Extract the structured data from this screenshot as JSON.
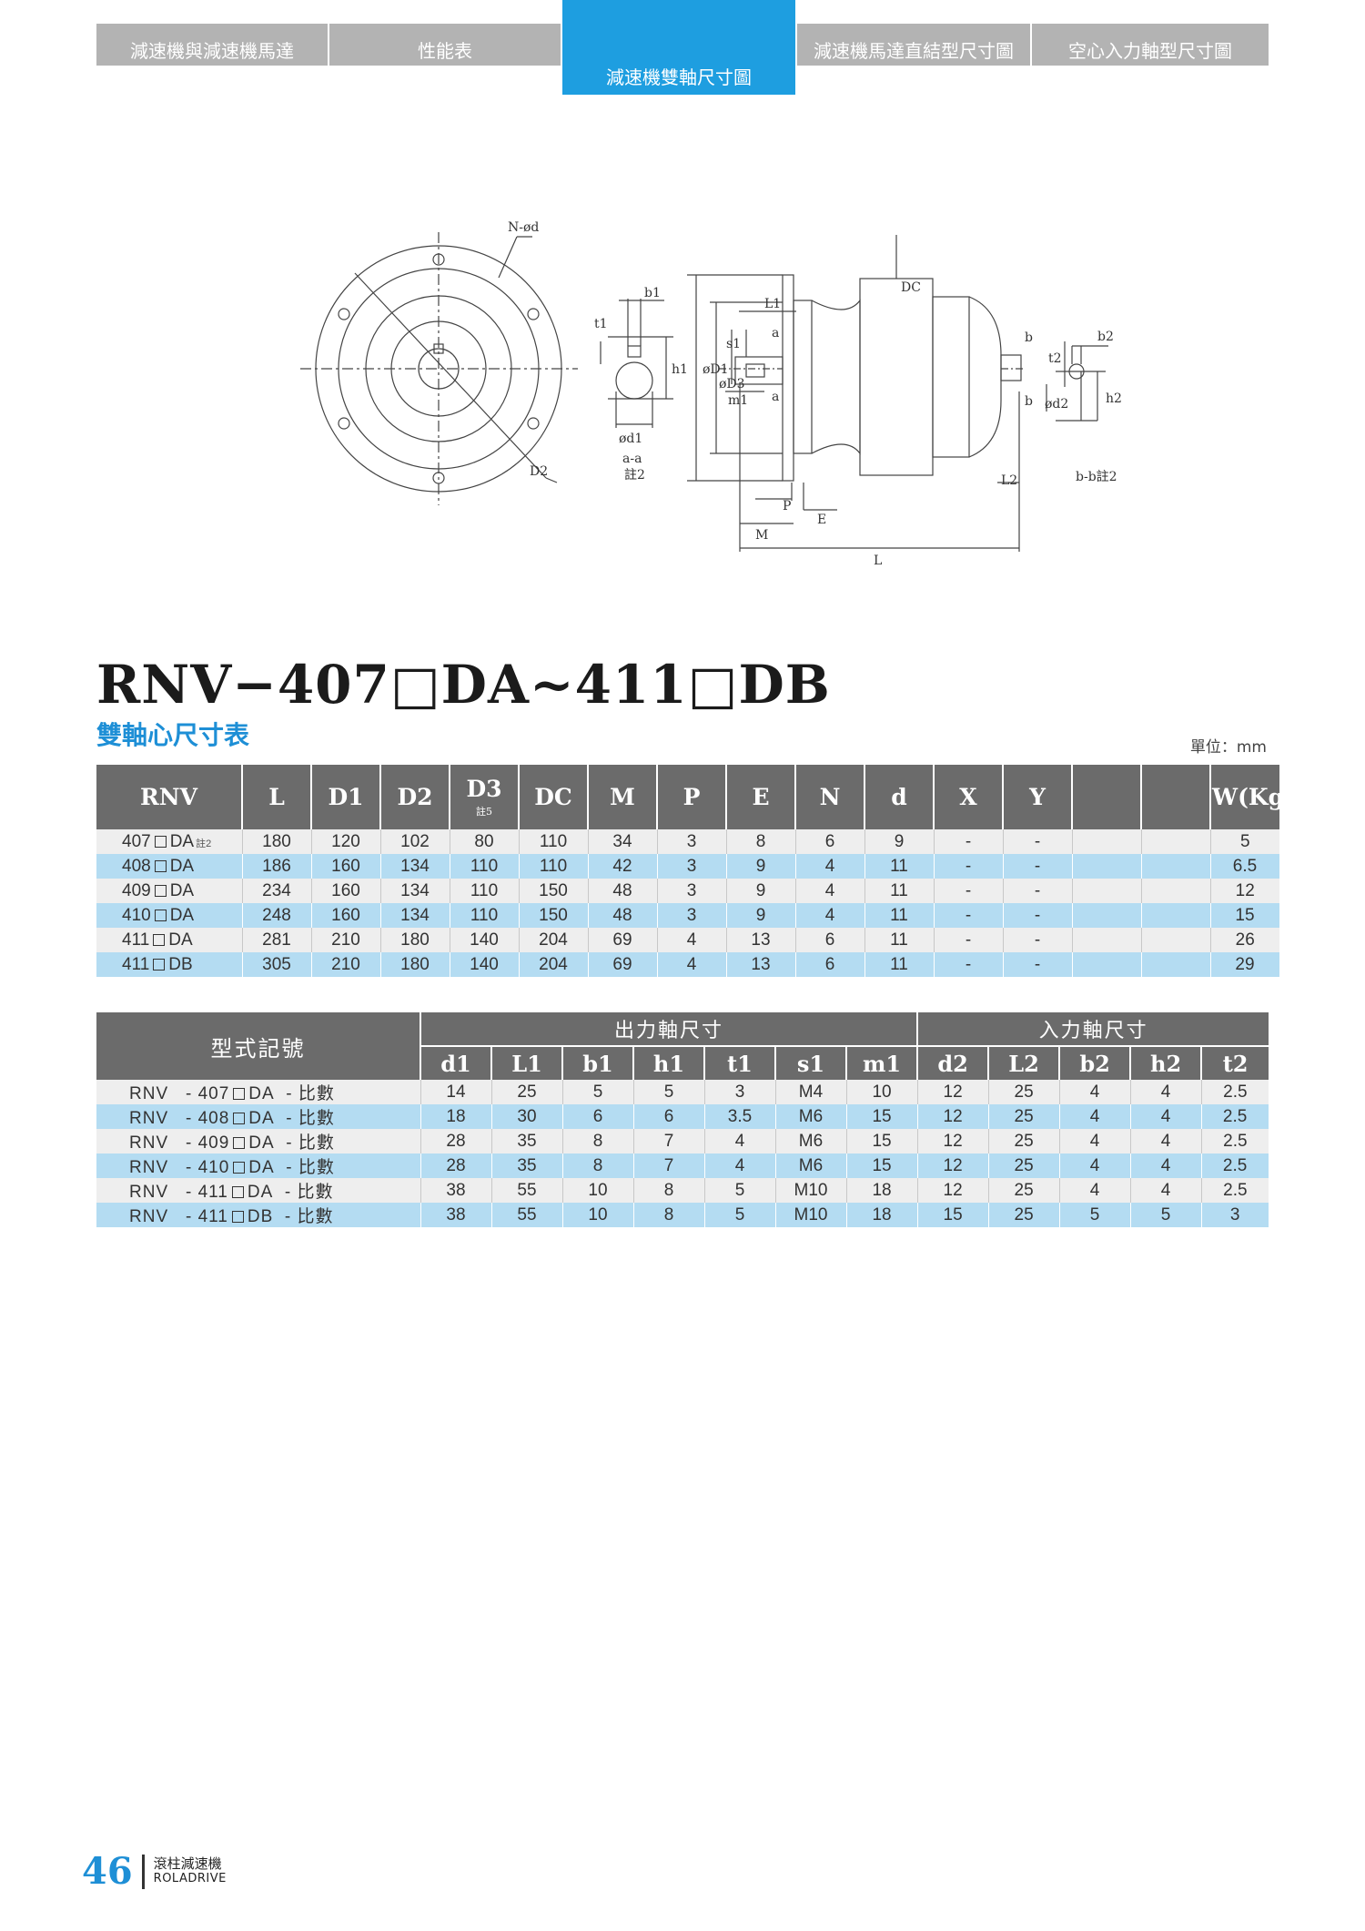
{
  "nav": {
    "tabs": [
      {
        "label": "減速機與減速機馬達",
        "active": false
      },
      {
        "label": "性能表",
        "active": false
      },
      {
        "label": "減速機雙軸尺寸圖",
        "active": true
      },
      {
        "label": "減速機馬達直結型尺寸圖",
        "active": false
      },
      {
        "label": "空心入力軸型尺寸圖",
        "active": false
      }
    ]
  },
  "drawing": {
    "labels": {
      "nd": "N-ød",
      "d2_circle": "D2",
      "b1": "b1",
      "t1": "t1",
      "h1": "h1",
      "d1": "ød1",
      "aa": "a-a",
      "note2_a": "註2",
      "D1": "øD1",
      "D3": "øD3",
      "L1": "L1",
      "s1": "s1",
      "a": "a",
      "m1": "m1",
      "DC": "DC",
      "P": "P",
      "E": "E",
      "M": "M",
      "L": "L",
      "b2": "b2",
      "b": "b",
      "t2": "t2",
      "h2": "h2",
      "d2": "ød2",
      "L2": "L2",
      "bb": "b-b註2"
    }
  },
  "title": "RNV−407□DA~411□DB",
  "subtitle": "雙軸心尺寸表",
  "unit": "單位：mm",
  "table1": {
    "headers": [
      "RNV",
      "L",
      "D1",
      "D2",
      "D3",
      "DC",
      "M",
      "P",
      "E",
      "N",
      "d",
      "X",
      "Y",
      "",
      "",
      "W(Kg)"
    ],
    "d3_note": "註5",
    "rows": [
      {
        "model": "407",
        "type": "DA",
        "note": "註2",
        "cells": [
          "180",
          "120",
          "102",
          "80",
          "110",
          "34",
          "3",
          "8",
          "6",
          "9",
          "-",
          "-",
          "",
          "",
          "5"
        ]
      },
      {
        "model": "408",
        "type": "DA",
        "note": "",
        "cells": [
          "186",
          "160",
          "134",
          "110",
          "110",
          "42",
          "3",
          "9",
          "4",
          "11",
          "-",
          "-",
          "",
          "",
          "6.5"
        ]
      },
      {
        "model": "409",
        "type": "DA",
        "note": "",
        "cells": [
          "234",
          "160",
          "134",
          "110",
          "150",
          "48",
          "3",
          "9",
          "4",
          "11",
          "-",
          "-",
          "",
          "",
          "12"
        ]
      },
      {
        "model": "410",
        "type": "DA",
        "note": "",
        "cells": [
          "248",
          "160",
          "134",
          "110",
          "150",
          "48",
          "3",
          "9",
          "4",
          "11",
          "-",
          "-",
          "",
          "",
          "15"
        ]
      },
      {
        "model": "411",
        "type": "DA",
        "note": "",
        "cells": [
          "281",
          "210",
          "180",
          "140",
          "204",
          "69",
          "4",
          "13",
          "6",
          "11",
          "-",
          "-",
          "",
          "",
          "26"
        ]
      },
      {
        "model": "411",
        "type": "DB",
        "note": "",
        "cells": [
          "305",
          "210",
          "180",
          "140",
          "204",
          "69",
          "4",
          "13",
          "6",
          "11",
          "-",
          "-",
          "",
          "",
          "29"
        ]
      }
    ]
  },
  "table2": {
    "row_header": "型式記號",
    "group_out": "出力軸尺寸",
    "group_in": "入力軸尺寸",
    "headers": [
      "d1",
      "L1",
      "b1",
      "h1",
      "t1",
      "s1",
      "m1",
      "d2",
      "L2",
      "b2",
      "h2",
      "t2"
    ],
    "rows": [
      {
        "prefix": "RNV",
        "model": "- 407",
        "type": "DA",
        "suffix": "- 比數",
        "cells": [
          "14",
          "25",
          "5",
          "5",
          "3",
          "M4",
          "10",
          "12",
          "25",
          "4",
          "4",
          "2.5"
        ]
      },
      {
        "prefix": "RNV",
        "model": "- 408",
        "type": "DA",
        "suffix": "- 比數",
        "cells": [
          "18",
          "30",
          "6",
          "6",
          "3.5",
          "M6",
          "15",
          "12",
          "25",
          "4",
          "4",
          "2.5"
        ]
      },
      {
        "prefix": "RNV",
        "model": "- 409",
        "type": "DA",
        "suffix": "- 比數",
        "cells": [
          "28",
          "35",
          "8",
          "7",
          "4",
          "M6",
          "15",
          "12",
          "25",
          "4",
          "4",
          "2.5"
        ]
      },
      {
        "prefix": "RNV",
        "model": "- 410",
        "type": "DA",
        "suffix": "- 比數",
        "cells": [
          "28",
          "35",
          "8",
          "7",
          "4",
          "M6",
          "15",
          "12",
          "25",
          "4",
          "4",
          "2.5"
        ]
      },
      {
        "prefix": "RNV",
        "model": "- 411",
        "type": "DA",
        "suffix": "- 比數",
        "cells": [
          "38",
          "55",
          "10",
          "8",
          "5",
          "M10",
          "18",
          "12",
          "25",
          "4",
          "4",
          "2.5"
        ]
      },
      {
        "prefix": "RNV",
        "model": "- 411",
        "type": "DB",
        "suffix": "- 比數",
        "cells": [
          "38",
          "55",
          "10",
          "8",
          "5",
          "M10",
          "18",
          "15",
          "25",
          "5",
          "5",
          "3"
        ]
      }
    ]
  },
  "footer": {
    "page": "46",
    "brand_cn": "滾柱減速機",
    "brand_en": "ROLADRIVE"
  }
}
